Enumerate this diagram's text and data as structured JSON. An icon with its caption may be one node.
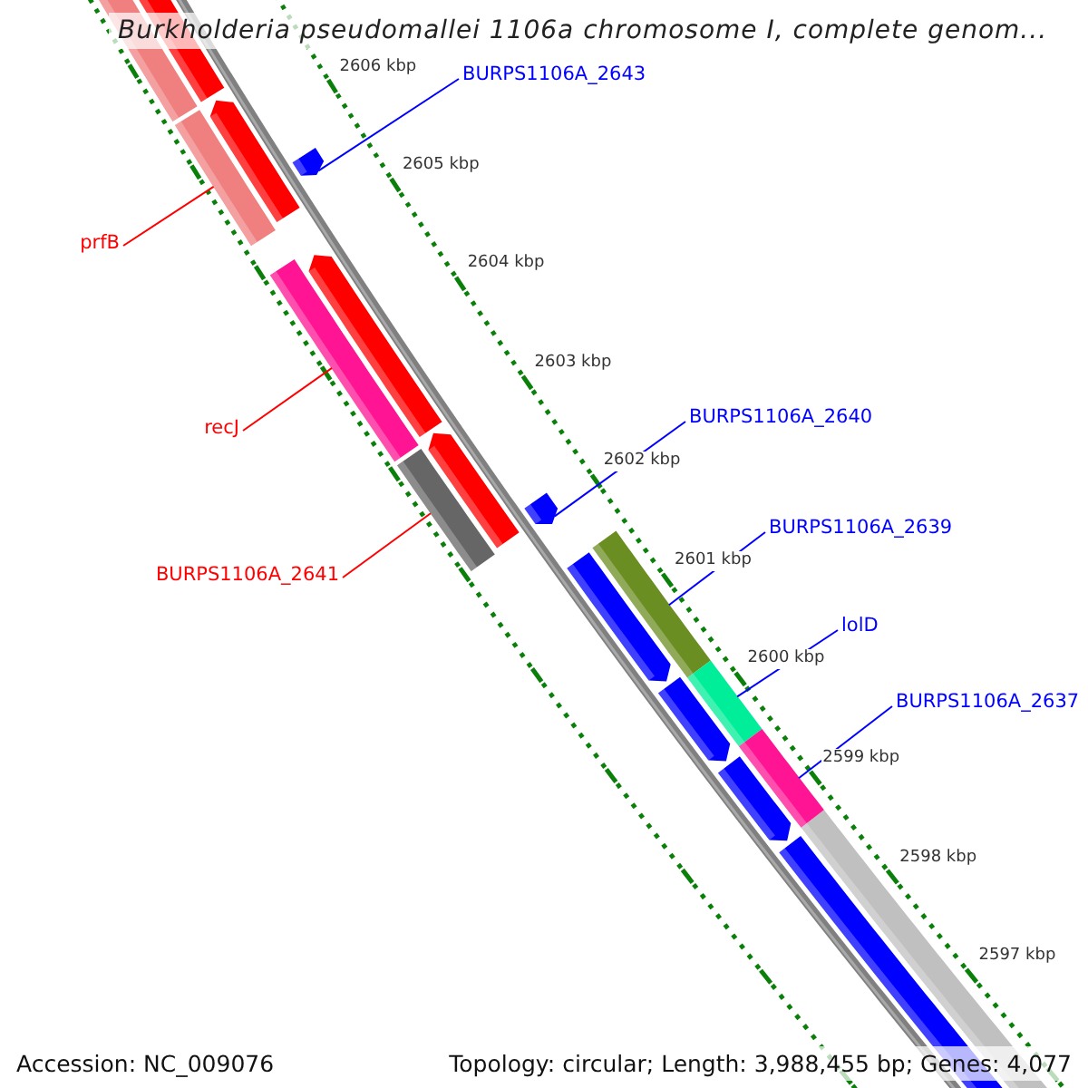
{
  "diagram": {
    "title": "Burkholderia pseudomallei 1106a chromosome I, complete genom...",
    "nodes": [
      {
        "text": [
          "BURPS1106A_2643"
        ]
      },
      {
        "text": [],
        "shape": "bar"
      },
      {
        "text": [
          "prfB"
        ]
      },
      {
        "text": [],
        "shape": "bar"
      },
      {
        "text": [
          "recJ"
        ]
      },
      {
        "text": [],
        "shape": "bar"
      },
      {
        "text": [
          "BURPS1106A_2641"
        ]
      },
      {
        "text": [],
        "shape": "bar"
      },
      {
        "text": [
          "BURPS1106A_2640"
        ]
      },
      {
        "text": [],
        "shape": "bar"
      },
      {
        "text": [
          "BURPS1106A_2639"
        ]
      },
      {
        "text": [],
        "shape": "bar"
      },
      {
        "text": [
          "lolD"
        ]
      },
      {
        "text": [],
        "shape": "bar"
      },
      {
        "text": [
          "BURPS1106A_2637"
        ]
      },
      {
        "text": [],
        "shape": "bar"
      }
    ],
    "edges": [
      {
        "from": 0,
        "to": 1,
        "arrow": "none"
      },
      {
        "from": 2,
        "to": 3,
        "arrow": "none",
        "color": "#ff0000"
      },
      {
        "from": 4,
        "to": 5,
        "arrow": "none",
        "color": "#ff0000"
      },
      {
        "from": 6,
        "to": 7,
        "arrow": "none",
        "color": "#ff0000"
      },
      {
        "from": 8,
        "to": 9,
        "arrow": "none"
      },
      {
        "from": 10,
        "to": 11,
        "arrow": "none"
      },
      {
        "from": 12,
        "to": 13,
        "arrow": "none"
      },
      {
        "from": 14,
        "to": 15,
        "arrow": "none"
      }
    ],
    "labels": [
      "2606 kbp",
      "2605 kbp",
      "2604 kbp",
      "2603 kbp",
      "2602 kbp",
      "2601 kbp",
      "2600 kbp",
      "2599 kbp",
      "2598 kbp",
      "2597 kbp",
      "Accession: NC_009076",
      "Topology: circular; Length: 3,988,455 bp; Genes: 4,077"
    ]
  }
}
